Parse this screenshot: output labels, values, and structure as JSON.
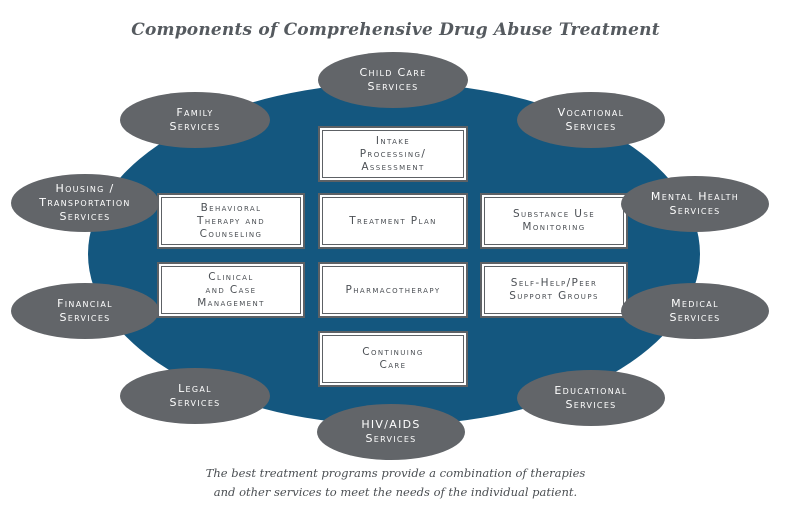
{
  "title": "Components of Comprehensive Drug Abuse Treatment",
  "center_boxes": {
    "intake": "Intake\nProcessing/\nAssessment",
    "behavioral": "Behavioral\nTherapy and\nCounseling",
    "treatment_plan": "Treatment Plan",
    "substance_use": "Substance Use\nMonitoring",
    "clinical": "Clinical\nand Case\nManagement",
    "pharmacotherapy": "Pharmacotherapy",
    "self_help": "Self-Help/Peer\nSupport Groups",
    "continuing_care": "Continuing\nCare"
  },
  "services": {
    "child_care": "Child Care\nServices",
    "family": "Family\nServices",
    "vocational": "Vocational\nServices",
    "housing": "Housing /\nTransportation\nServices",
    "mental_health": "Mental Health\nServices",
    "financial": "Financial\nServices",
    "medical": "Medical\nServices",
    "legal": "Legal\nServices",
    "educational": "Educational\nServices",
    "hiv_aids": "HIV/AIDS\nServices"
  },
  "caption": {
    "line1": "The best treatment programs provide a combination of therapies",
    "line2": "and other services to meet the needs of the individual patient."
  },
  "colors": {
    "ellipse": "#14577f",
    "service_oval": "#626569",
    "box_border": "#5d6165"
  }
}
